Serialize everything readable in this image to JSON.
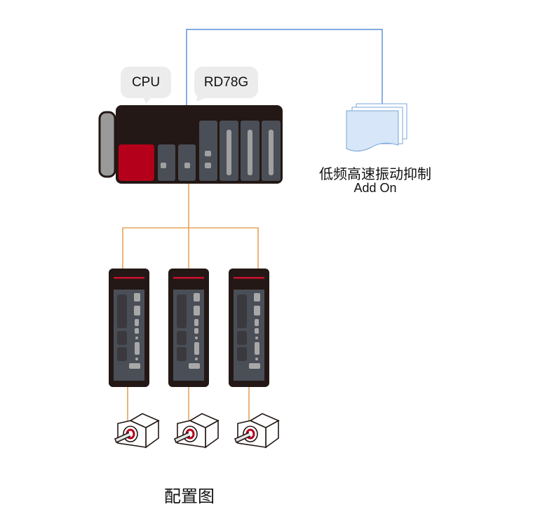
{
  "labels": {
    "cpu": "CPU",
    "module": "RD78G"
  },
  "document": {
    "title": "低频高速振动抑制",
    "subtitle": "Add On"
  },
  "caption": "配置图",
  "colors": {
    "network_line": "#3a78d0",
    "servo_line": "#e8a25a",
    "cpu_red": "#b5001c",
    "module_dark": "#231815",
    "module_gray": "#4a4e57"
  }
}
